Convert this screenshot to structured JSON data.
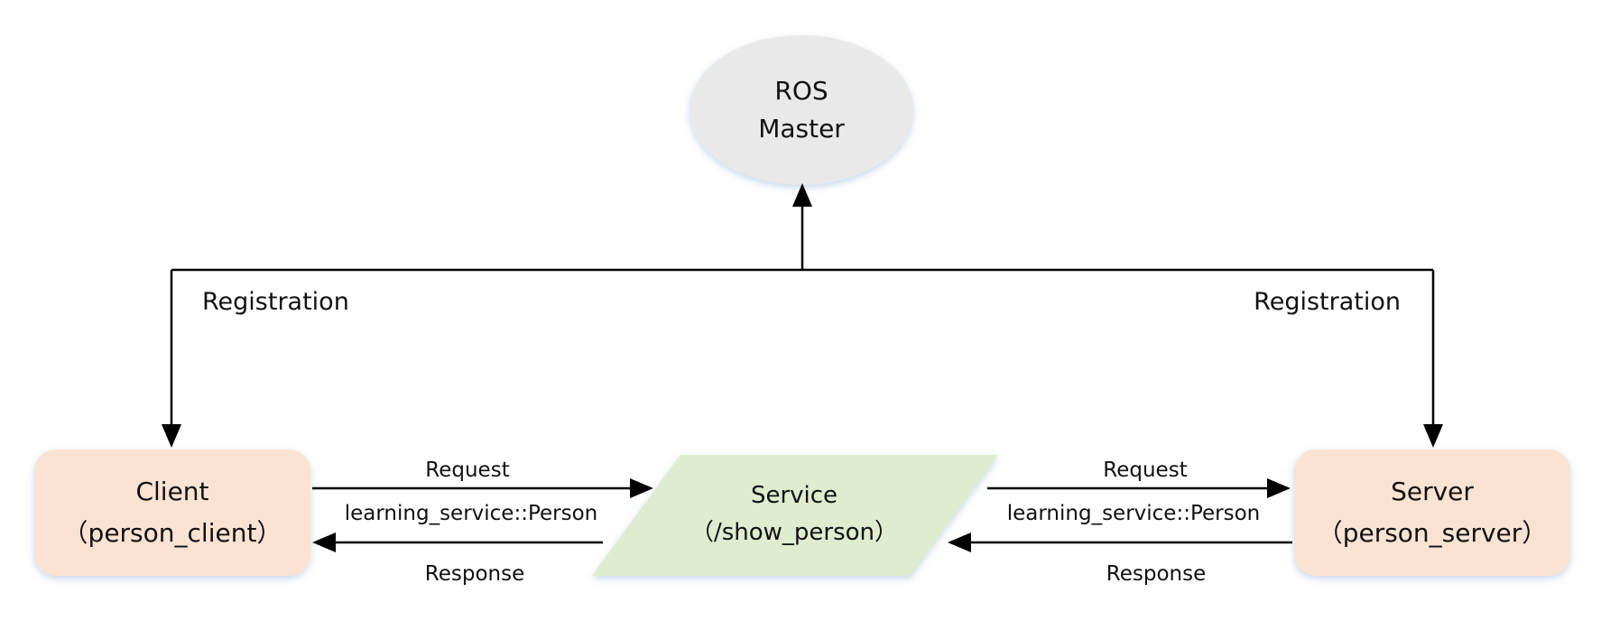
{
  "master": {
    "line1": "ROS",
    "line2": "Master"
  },
  "client": {
    "line1": "Client",
    "line2": "（person_client）"
  },
  "server": {
    "line1": "Server",
    "line2": "（person_server）"
  },
  "service": {
    "line1": "Service",
    "line2": "（/show_person）"
  },
  "edges": {
    "left_registration": "Registration",
    "right_registration": "Registration",
    "left_request": "Request",
    "left_type": "learning_service::Person",
    "left_response": "Response",
    "right_request": "Request",
    "right_type": "learning_service::Person",
    "right_response": "Response"
  },
  "colors": {
    "master_fill": "#e9e9e9",
    "node_fill": "#fbe3d3",
    "service_fill": "#dfeccf",
    "line": "#000000"
  }
}
